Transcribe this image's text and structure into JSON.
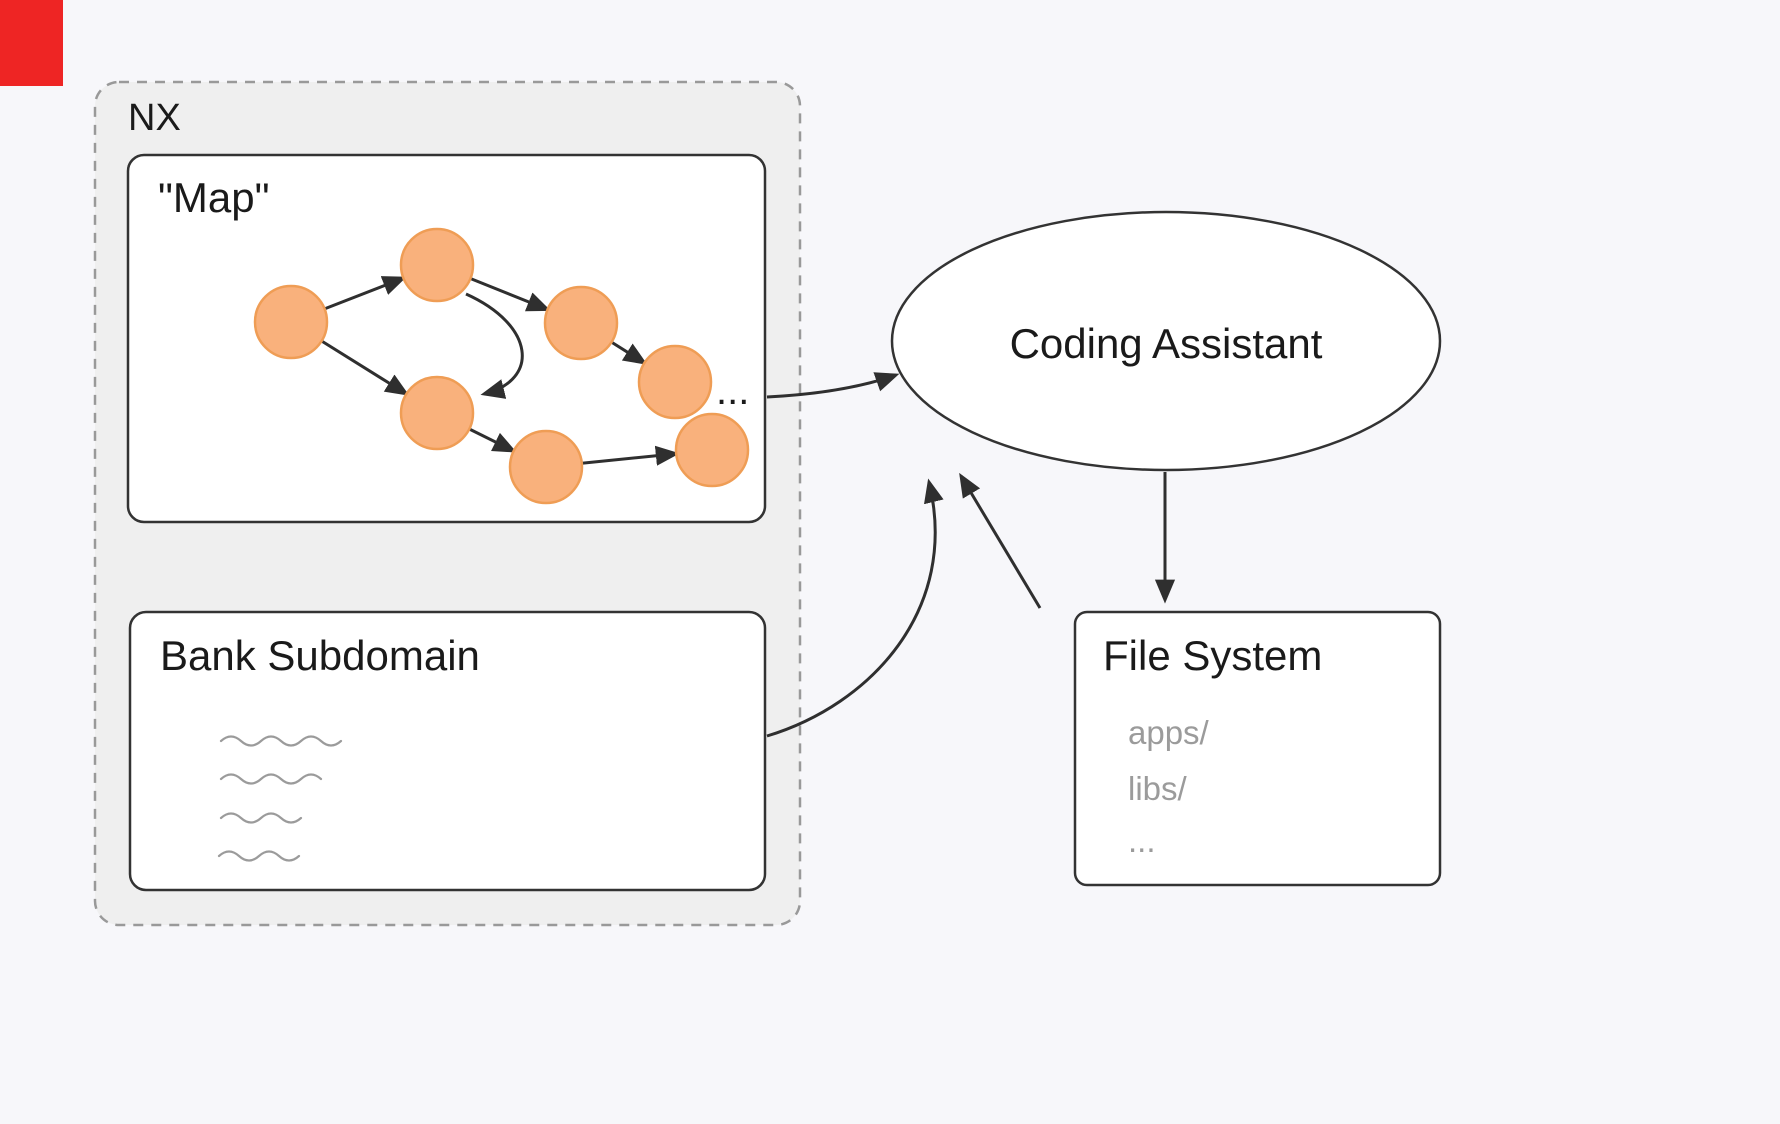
{
  "page": {
    "background": "#f7f7fa"
  },
  "overlay": {
    "color": "#ee2524"
  },
  "nx": {
    "label": "NX"
  },
  "map": {
    "label": "\"Map\"",
    "ellipsis": "..."
  },
  "bank": {
    "label": "Bank Subdomain"
  },
  "assistant": {
    "label": "Coding Assistant"
  },
  "file_system": {
    "label": "File System",
    "items": [
      "apps/",
      "libs/",
      "..."
    ]
  },
  "colors": {
    "node_fill": "#f9b17c",
    "node_stroke": "#ef9d55",
    "stroke": "#2f2f2f",
    "muted": "#9b9b9b"
  }
}
